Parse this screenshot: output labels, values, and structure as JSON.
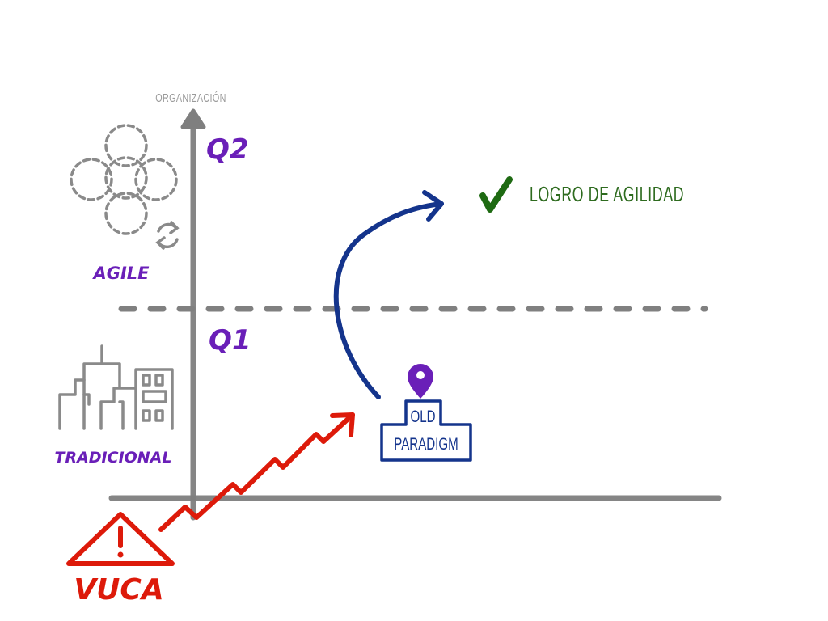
{
  "diagram": {
    "y_axis_label": "ORGANIZACIÓN",
    "quadrants": {
      "upper": "Q2",
      "lower": "Q1"
    },
    "categories": {
      "agile": "AGILE",
      "traditional": "TRADICIONAL"
    },
    "goal": {
      "label": "LOGRO DE AGILIDAD",
      "icon": "checkmark-icon"
    },
    "start": {
      "label_line1": "OLD",
      "label_line2": "PARADIGM",
      "icon": "location-pin-icon"
    },
    "risk": {
      "label": "VUCA",
      "icon": "warning-triangle-icon"
    },
    "colors": {
      "axis": "#7f7f7f",
      "quadrant_text": "#6a1fb8",
      "goal_green": "#2e6b1f",
      "check_green": "#1e6a12",
      "arc_blue": "#14348c",
      "pin_purple": "#6a1fb8",
      "vuca_red": "#dd1a0a",
      "icon_gray": "#8a8a8a"
    }
  }
}
